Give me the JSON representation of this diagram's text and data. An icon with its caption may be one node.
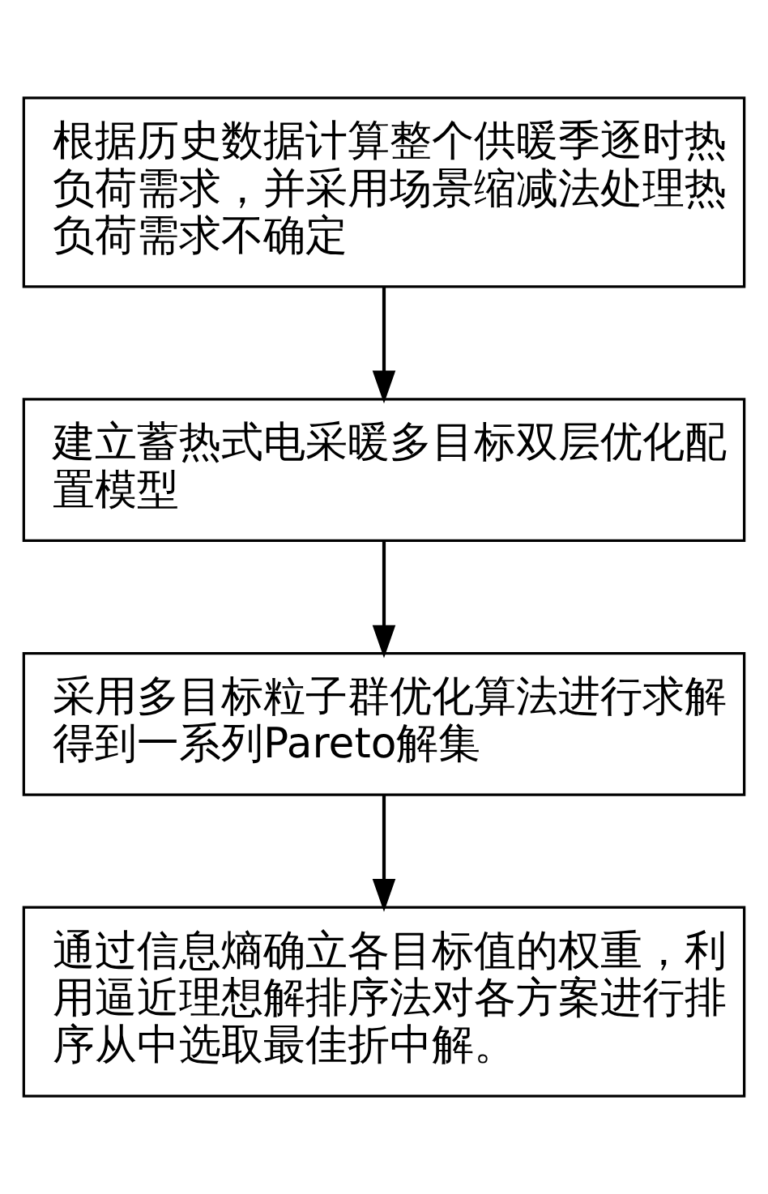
{
  "diagram": {
    "nodes": [
      {
        "text": [
          "根据历史数据计算整个供暖季逐时热负荷需求，并采用场景缩减法处理热负荷需求不确定"
        ]
      },
      {
        "text": [
          "建立蓄热式电采暖多目标双层优化配置模型"
        ]
      },
      {
        "text": [
          "采用多目标粒子群优化算法进行求解得到一系列Pareto解集"
        ]
      },
      {
        "text": [
          "通过信息熵确立各目标值的权重，利用逼近理想解排序法对各方案进行排序从中选取最佳折中解。"
        ]
      }
    ],
    "edges": [
      {
        "from": 0,
        "to": 1,
        "arrow": "to"
      },
      {
        "from": 1,
        "to": 2,
        "arrow": "to"
      },
      {
        "from": 2,
        "to": 3,
        "arrow": "to"
      }
    ]
  }
}
